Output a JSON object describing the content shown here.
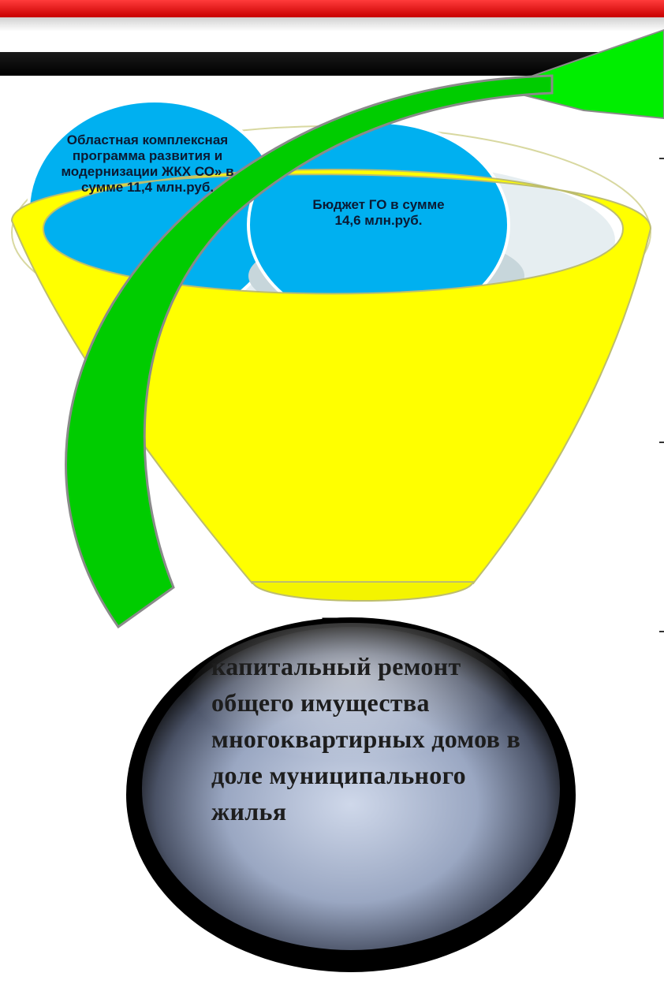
{
  "diagram": {
    "sources": [
      {
        "id": "regional-program",
        "label": "Областная комплексная программа развития и модернизации ЖКХ СО» в сумме 11,4 млн.руб.",
        "color": "#00b0f0"
      },
      {
        "id": "city-budget",
        "label": "Бюджет ГО в сумме 14,6 млн.руб.",
        "color": "#00b0f0"
      }
    ],
    "funnel_color": "#ffff00",
    "arrow_color": "#00cc00",
    "result": {
      "label": "капитальный ремонт общего имущества многоквартирных домов в доле муниципального жилья"
    }
  }
}
